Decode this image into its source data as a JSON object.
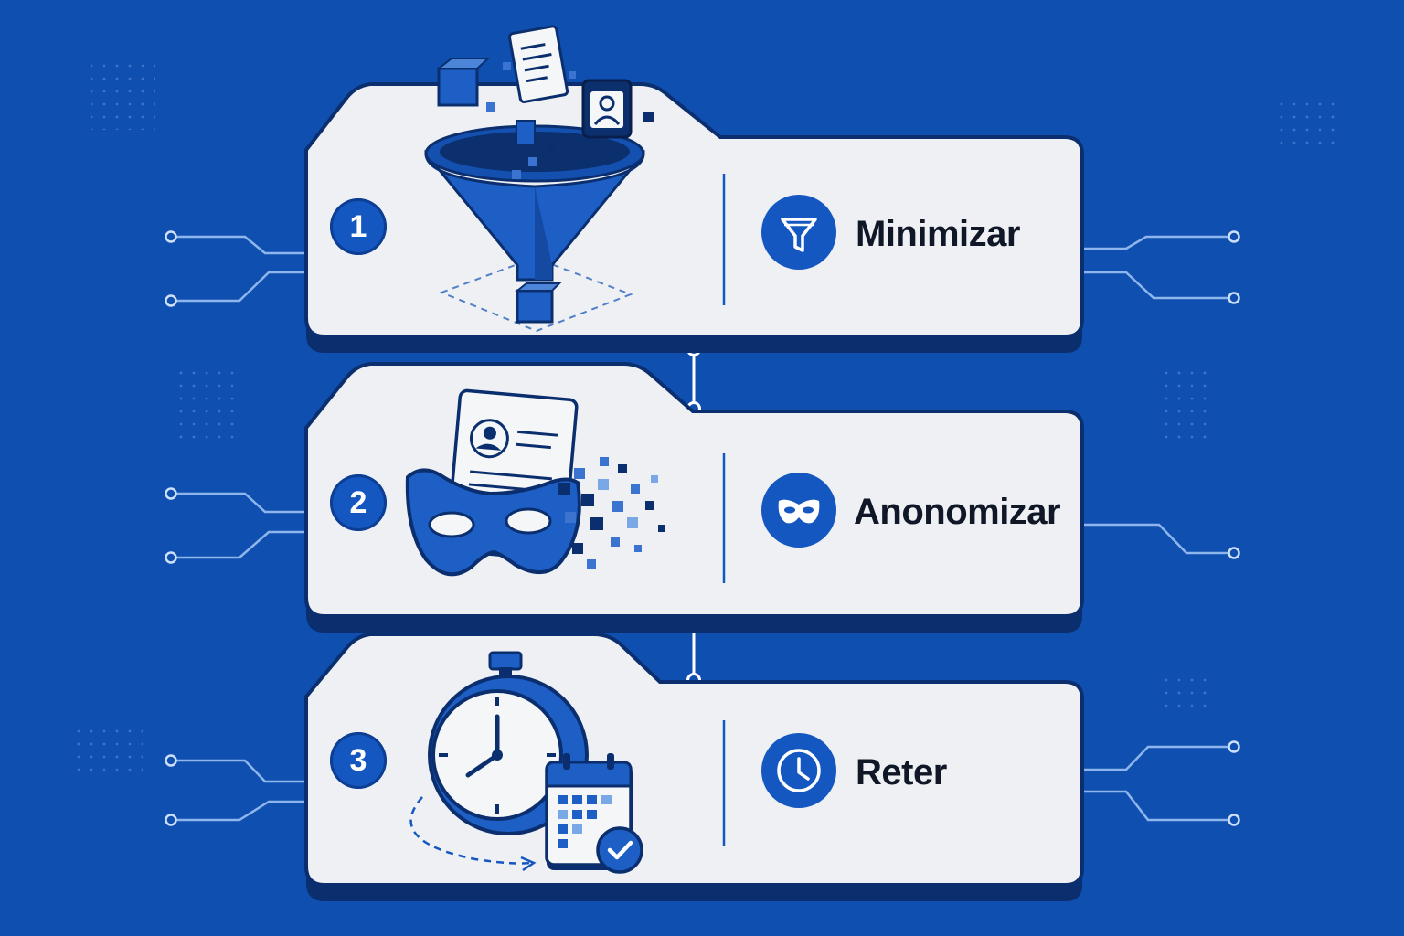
{
  "colors": {
    "background": "#0f4fb0",
    "card": "#eef0f4",
    "card_border": "#0b2f6e",
    "accent": "#1557c0",
    "line": "#8fb6ec",
    "text": "#101828"
  },
  "steps": [
    {
      "number": "1",
      "title": "Minimizar",
      "icon": "funnel-icon",
      "illustration": "funnel-data-illustration"
    },
    {
      "number": "2",
      "title": "Anonomizar",
      "icon": "mask-icon",
      "illustration": "mask-document-illustration"
    },
    {
      "number": "3",
      "title": "Reter",
      "icon": "clock-icon",
      "illustration": "stopwatch-calendar-illustration"
    }
  ]
}
